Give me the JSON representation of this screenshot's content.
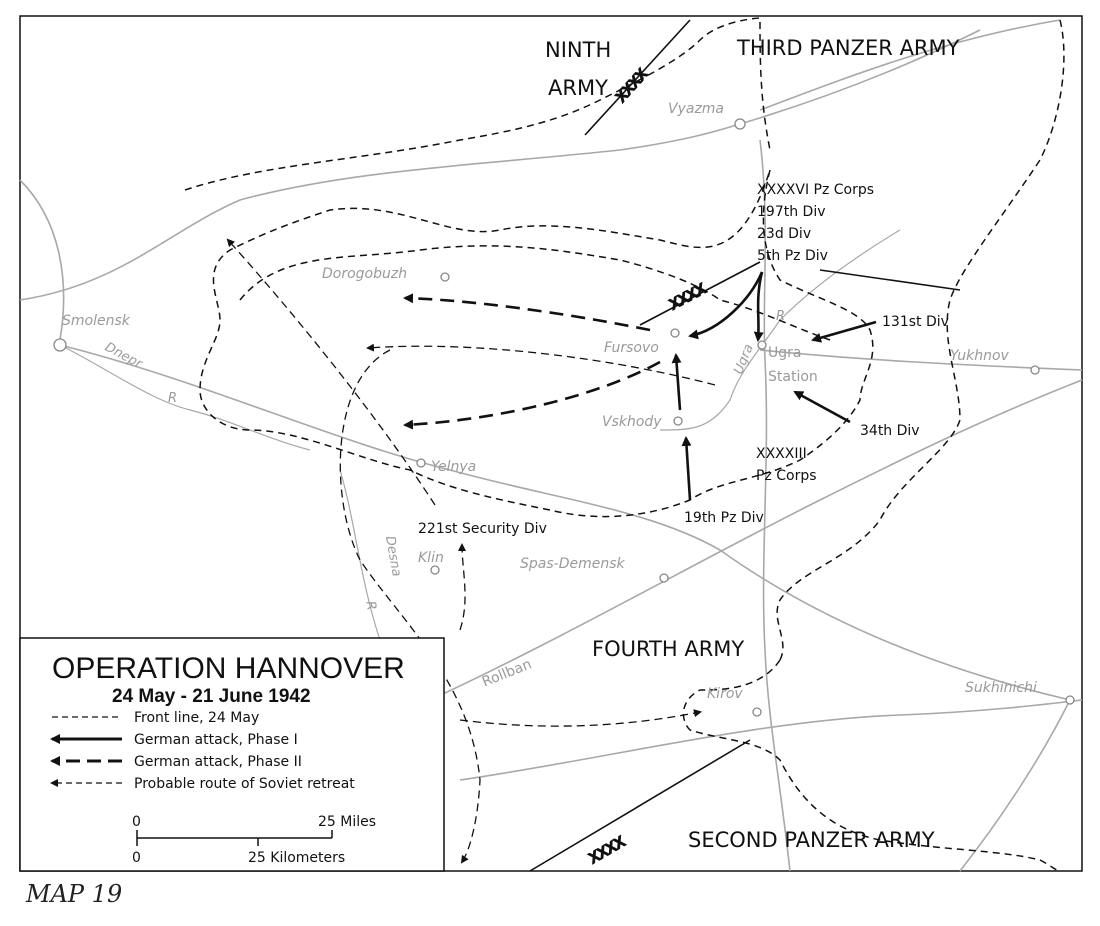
{
  "armies": {
    "ninth_line1": "NINTH",
    "ninth_line2": "ARMY",
    "third_panzer": "THIRD PANZER ARMY",
    "fourth": "FOURTH  ARMY",
    "second_panzer": "SECOND PANZER ARMY"
  },
  "places": {
    "vyazma": "Vyazma",
    "dorogobuzh": "Dorogobuzh",
    "smolensk": "Smolensk",
    "fursovo": "Fursovo",
    "vskhody": "Vskhody",
    "yelnya": "Yelnya",
    "klin": "Klin",
    "spas_demensk": "Spas-Demensk",
    "yukhnov": "Yukhnov",
    "kirov": "Kirov",
    "sukhinichi": "Sukhinichi",
    "ugra_station_1": "Ugra",
    "ugra_station_2": "Station",
    "rollban": "Rollban"
  },
  "rivers": {
    "dnepr": "Dnepr",
    "dnepr_r": "R",
    "ugra": "Ugra",
    "ugra_r": "R",
    "desna": "Desna",
    "desna_r": "R"
  },
  "units": {
    "corps_xxxxvi": "XXXXVI Pz Corps",
    "div_197": "197th Div",
    "div_23": "23d Div",
    "div_5pz": "5th Pz Div",
    "div_131": "131st Div",
    "div_34": "34th Div",
    "corps_xxxxiii_1": "XXXXIII",
    "corps_xxxxiii_2": "Pz Corps",
    "div_19pz": "19th Pz Div",
    "div_221": "221st Security Div"
  },
  "boundary_marker": "XXXX",
  "legend": {
    "title": "OPERATION HANNOVER",
    "dates": "24 May - 21 June 1942",
    "items": [
      {
        "label": "Front line, 24 May",
        "style": "front-line"
      },
      {
        "label": "German attack, Phase I",
        "style": "attack-phase-1"
      },
      {
        "label": "German attack, Phase II",
        "style": "attack-phase-2"
      },
      {
        "label": "Probable route of Soviet retreat",
        "style": "soviet-retreat"
      }
    ],
    "scale_miles_zero": "0",
    "scale_miles": "25 Miles",
    "scale_km_zero": "0",
    "scale_km": "25 Kilometers"
  },
  "caption": "MAP 19",
  "colors": {
    "ink": "#111111",
    "grey_features": "#a8a8a8",
    "paper": "#ffffff"
  }
}
